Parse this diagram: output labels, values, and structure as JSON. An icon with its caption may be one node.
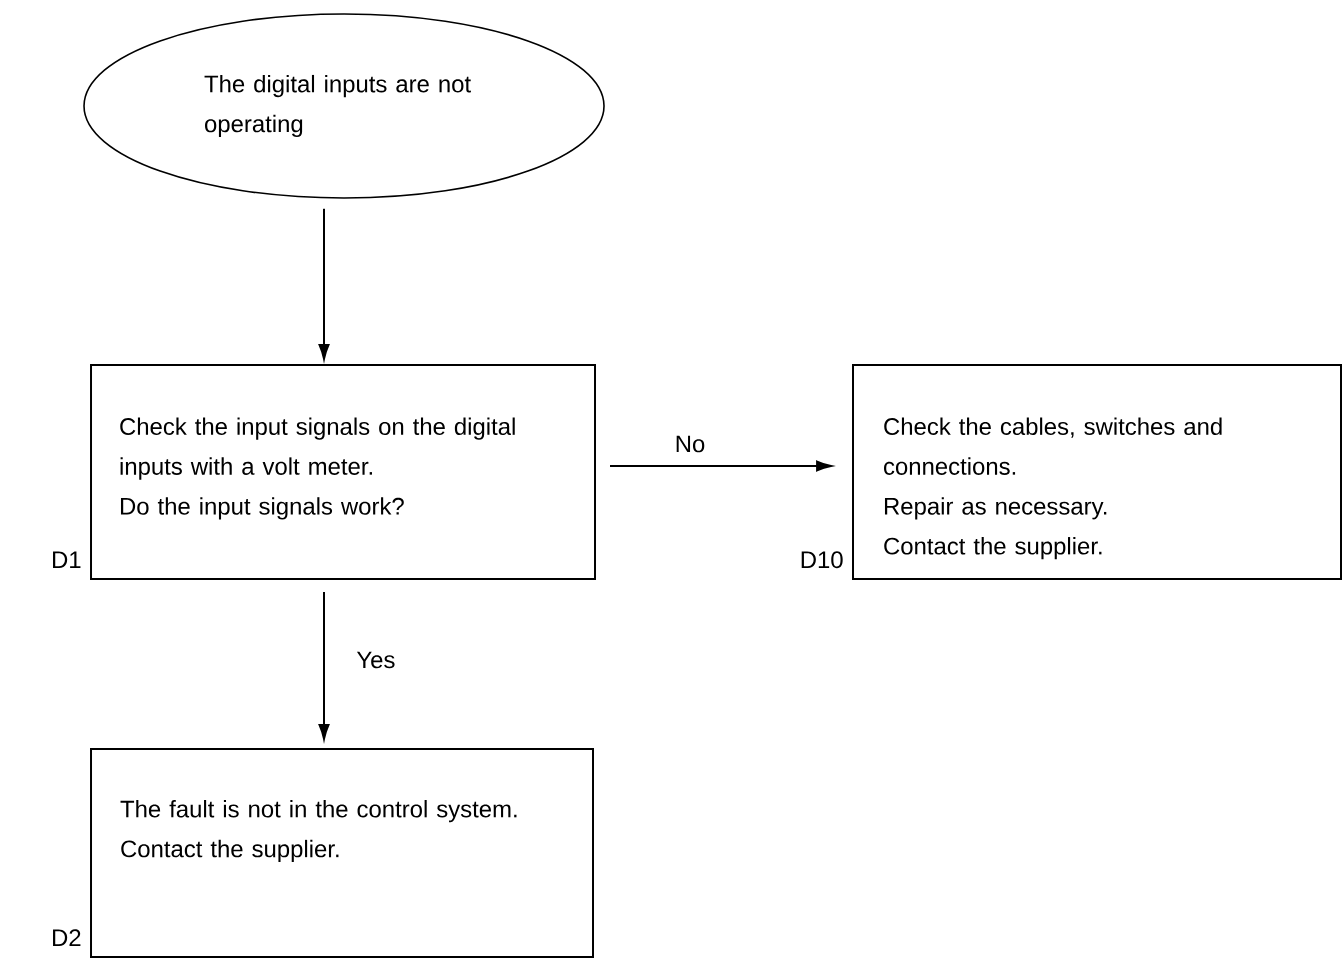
{
  "diagram": {
    "nodes": [
      {
        "text": [
          "The digital inputs are not operating"
        ]
      },
      {
        "text": [
          "Check the input signals on the digital inputs with a volt meter.",
          "Do the input signals work?"
        ],
        "beside": [
          "D1"
        ]
      },
      {
        "text": [
          "Check the cables, switches and connections.",
          "Repair as necessary.",
          "Contact the supplier."
        ],
        "beside": [
          "D10"
        ]
      },
      {
        "text": [
          "The fault is not in the control system.",
          "Contact the supplier."
        ],
        "beside": [
          "D2"
        ]
      }
    ],
    "edges": [
      {
        "from": 0,
        "to": 1,
        "arrow": "to"
      },
      {
        "from": 1,
        "to": 2,
        "arrow": "to",
        "label": "No"
      },
      {
        "from": 1,
        "to": 3,
        "arrow": "to",
        "label": "Yes"
      }
    ]
  }
}
